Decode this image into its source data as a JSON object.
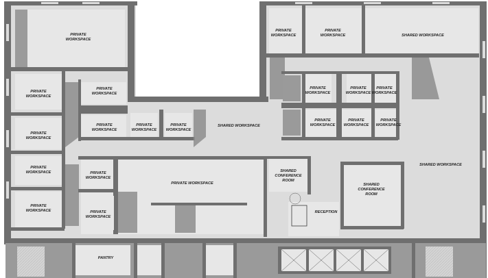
{
  "labels": {
    "private_workspace": "PRIVATE WORKSPACE",
    "private": "PRIVATE",
    "workspace": "WORKSPACE",
    "shared_workspace": "SHARED WORKSPACE",
    "shared": "SHARED",
    "conference": "CONFERENCE",
    "room": "ROOM",
    "reception": "RECEPTION",
    "pantry": "PANTRY"
  },
  "colors": {
    "wall": "#6f6f6f",
    "floor": "#dcdcdc",
    "room": "#e7e7e7",
    "shadow": "#8d8d8d"
  }
}
